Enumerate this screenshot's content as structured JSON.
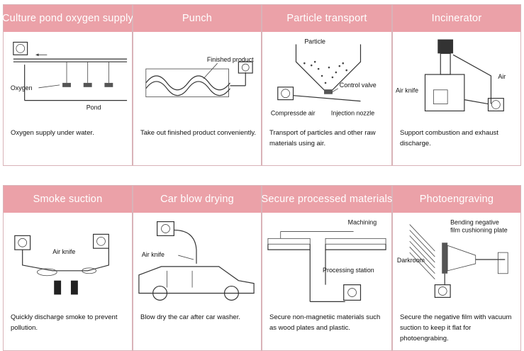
{
  "panels": [
    {
      "title": "Culture pond oxygen supply",
      "caption": "Oxygen supply under water.",
      "labels": [
        "Oxygen",
        "Pond"
      ]
    },
    {
      "title": "Punch",
      "caption": "Take out finished product conveniently.",
      "labels": [
        "Finished product"
      ]
    },
    {
      "title": "Particle transport",
      "caption": "Transport of particles and other raw materials using air.",
      "labels": [
        "Particle",
        "Control valve",
        "Compressde air",
        "Injection nozzle"
      ]
    },
    {
      "title": "Incinerator",
      "caption": "Support combustion and exhaust discharge.",
      "labels": [
        "Air",
        "Air knife"
      ]
    },
    {
      "title": "Smoke suction",
      "caption": "Quickly discharge smoke to prevent pollution.",
      "labels": [
        "Air knife"
      ]
    },
    {
      "title": "Car blow drying",
      "caption": "Blow dry the car after car washer.",
      "labels": [
        "Air knife"
      ]
    },
    {
      "title": "Secure processed materials",
      "caption": "Secure non-magnetiic materials such as wood plates and plastic.",
      "labels": [
        "Machining",
        "Processing station"
      ]
    },
    {
      "title": "Photoengraving",
      "caption": "Secure the negative film with vacuum suction to keep it flat for photoengrabing.",
      "labels": [
        "Bending negative",
        "film cushioning plate",
        "Darkroom"
      ]
    }
  ]
}
